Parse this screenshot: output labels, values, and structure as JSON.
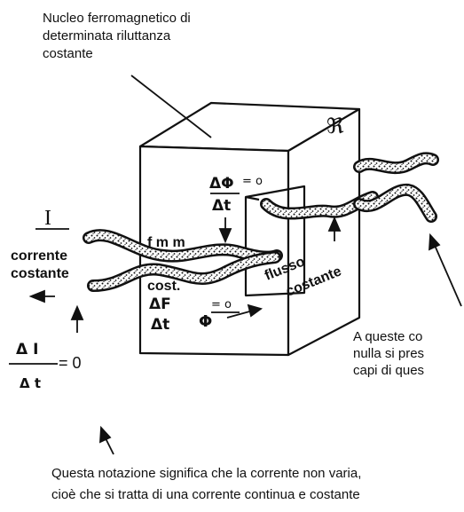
{
  "top_caption": [
    "Nucleo ferromagnetico di",
    "determinata riluttanza",
    "costante"
  ],
  "right_caption": [
    "A queste co",
    "nulla si pres",
    "capi di ques"
  ],
  "bottom_caption": [
    "Questa notazione significa che la corrente non varia,",
    "cioè che si tratta di una corrente continua e costante"
  ],
  "symbols": {
    "reluctance": "ℜ",
    "current": "I",
    "flux": "Φ",
    "delta_phi": "ΔΦ",
    "delta_t": "Δt",
    "delta_f": "ΔF",
    "delta_i": "Δ I",
    "delta_i_t": "Δ t",
    "equals_zero": "= o",
    "equals_zero_big": "= 0"
  },
  "labels": {
    "fmm": "f m m",
    "cost": "cost.",
    "corrente": "corrente",
    "costante": "costante",
    "flusso": "flusso",
    "costante_flux": "costante"
  },
  "colors": {
    "ink": "#111111",
    "background": "#ffffff"
  }
}
